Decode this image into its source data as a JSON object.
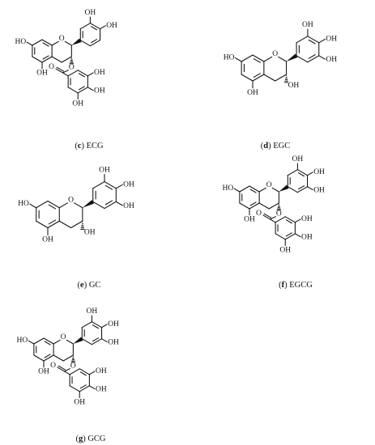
{
  "panels": [
    {
      "id": "c",
      "caption": {
        "letter": "c",
        "name": "ECG"
      },
      "labels": [
        "HO",
        "OH",
        "OH",
        "OH",
        "OH",
        "OH",
        "OH"
      ],
      "ring_o": [
        "O",
        "O",
        "O"
      ]
    },
    {
      "id": "d",
      "caption": {
        "letter": "d",
        "name": "EGC"
      },
      "labels": [
        "HO",
        "OH",
        "OH",
        "OH",
        "OH",
        "OH"
      ],
      "ring_o": [
        "O"
      ]
    },
    {
      "id": "e",
      "caption": {
        "letter": "e",
        "name": "GC"
      },
      "labels": [
        "HO",
        "OH",
        "OH",
        "OH",
        "OH",
        "OH"
      ],
      "ring_o": [
        "O"
      ]
    },
    {
      "id": "f",
      "caption": {
        "letter": "f",
        "name": "EGCG"
      },
      "labels": [
        "HO",
        "OH",
        "OH",
        "OH",
        "OH",
        "OH",
        "OH",
        "OH"
      ],
      "ring_o": [
        "O",
        "O",
        "O"
      ]
    },
    {
      "id": "g",
      "caption": {
        "letter": "g",
        "name": "GCG"
      },
      "labels": [
        "HO",
        "OH",
        "OH",
        "OH",
        "OH",
        "OH",
        "OH",
        "OH"
      ],
      "ring_o": [
        "O",
        "O",
        "O"
      ]
    }
  ]
}
